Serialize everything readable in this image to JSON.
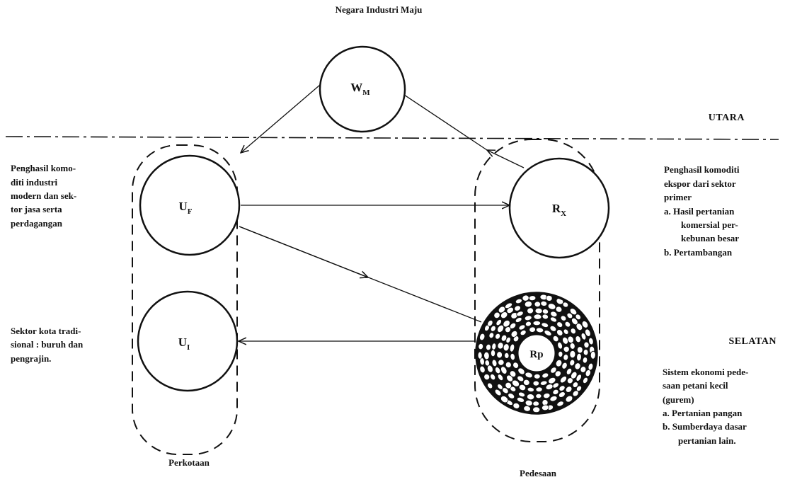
{
  "title": "Negara Industri Maju",
  "regions": {
    "north": "UTARA",
    "south": "SELATAN"
  },
  "groups": {
    "urban": "Perkotaan",
    "rural": "Pedesaan"
  },
  "nodes": {
    "wm": {
      "main": "W",
      "sub": "M"
    },
    "uf": {
      "main": "U",
      "sub": "F"
    },
    "ui": {
      "main": "U",
      "sub": "I"
    },
    "rx": {
      "main": "R",
      "sub": "X"
    },
    "rp": {
      "main": "Rp"
    }
  },
  "descriptions": {
    "uf": [
      "Penghasil komo-",
      "diti industri",
      "modern dan sek-",
      "tor jasa serta",
      "perdagangan"
    ],
    "ui": [
      "Sektor kota tradi-",
      "sional : buruh dan",
      "pengrajin."
    ],
    "rx": [
      "Penghasil komoditi",
      "ekspor dari sektor",
      "primer",
      "a.  Hasil pertanian",
      "komersial per-",
      "kebunan besar",
      "b.  Pertambangan"
    ],
    "rp": [
      "Sistem ekonomi pede-",
      "saan petani kecil",
      "(gurem)",
      "a.  Pertanian pangan",
      "b.  Sumberdaya dasar",
      "pertanian lain."
    ]
  }
}
